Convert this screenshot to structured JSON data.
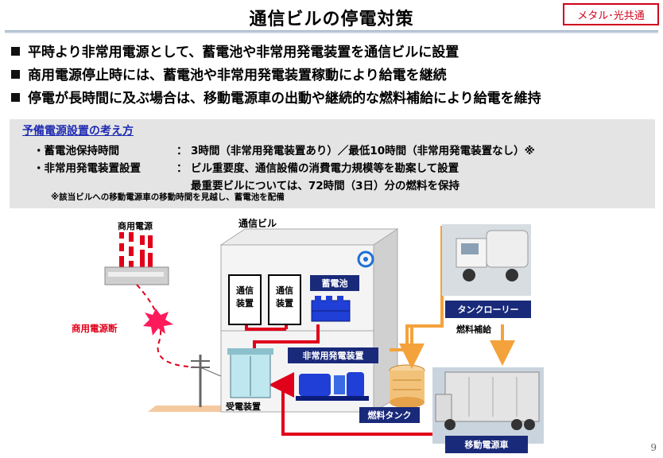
{
  "header": {
    "title": "通信ビルの停電対策",
    "badge": "メタル･光共通"
  },
  "bullets": [
    "平時より非常用電源として、蓄電池や非常用発電装置を通信ビルに設置",
    "商用電源停止時には、蓄電池や非常用発電装置稼動により給電を継続",
    "停電が長時間に及ぶ場合は、移動電源車の出動や継続的な燃料補給により給電を維持"
  ],
  "policy": {
    "title": "予備電源設置の考え方",
    "rows": [
      {
        "key": "・蓄電池保持時間",
        "sep": "：",
        "value": "3時間（非常用発電装置あり）／最低10時間（非常用発電装置なし）※"
      },
      {
        "key": "・非常用発電装置設置",
        "sep": "：",
        "value": "ビル重要度、通信設備の消費電力規模等を勘案して設置"
      },
      {
        "key": "",
        "sep": "",
        "value": "最重要ビルについては、72時間（3日）分の燃料を保持"
      }
    ],
    "note": "※該当ビルへの移動電源車の移動時間を見越し、蓄電池を配備"
  },
  "diagram": {
    "commercial_power": "商用電源",
    "power_outage": "商用電源断",
    "building": "通信ビル",
    "telecom_device_1": "通信\n装置",
    "telecom_device_2": "通信\n装置",
    "battery": "蓄電池",
    "generator": "非常用発電装置",
    "receiving": "受電装置",
    "fuel_tank": "燃料タンク",
    "tank_lorry": "タンクローリー",
    "fuel_supply": "燃料補給",
    "mobile_power_car": "移動電源車"
  },
  "colors": {
    "accent_red": "#e0001a",
    "navy": "#1a2a7a",
    "orange": "#f4a23c",
    "blue": "#1f3fd6",
    "badge_red": "#d0021b"
  },
  "page": {
    "number": "9"
  }
}
